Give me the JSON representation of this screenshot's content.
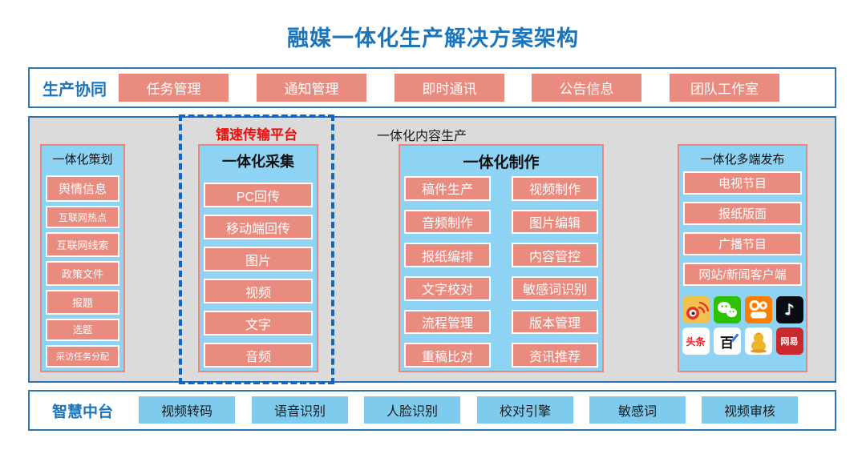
{
  "title": "融媒一体化生产解决方案架构",
  "colors": {
    "accent_blue": "#1B75BC",
    "border_blue": "#2E75B6",
    "salmon": "#E98B7E",
    "light_blue": "#8ED2F4",
    "cyan_button": "#7ECBED",
    "panel_gray": "#DBDBDB",
    "dashed_blue": "#1465C0",
    "red_label": "#E8100C"
  },
  "top_bar": {
    "label": "生产协同",
    "buttons": [
      "任务管理",
      "通知管理",
      "即时通讯",
      "公告信息",
      "团队工作室"
    ]
  },
  "main": {
    "panel_label": "一体化内容生产",
    "dashed_label": "镭速传输平台",
    "columns": [
      {
        "header": "一体化策划",
        "items": [
          "舆情信息",
          "互联网热点",
          "互联网线索",
          "政策文件",
          "报题",
          "选题",
          "采访任务分配"
        ]
      },
      {
        "header": "一体化采集",
        "items": [
          "PC回传",
          "移动端回传",
          "图片",
          "视频",
          "文字",
          "音频"
        ]
      },
      {
        "header": "一体化制作",
        "items_left": [
          "稿件生产",
          "音频制作",
          "报纸编排",
          "文字校对",
          "流程管理",
          "重稿比对"
        ],
        "items_right": [
          "视频制作",
          "图片编辑",
          "内容管控",
          "敏感词识别",
          "版本管理",
          "资讯推荐"
        ]
      },
      {
        "header": "一体化多端发布",
        "items": [
          "电视节目",
          "报纸版面",
          "广播节目",
          "网站/新闻客户端"
        ],
        "app_icons": [
          {
            "name": "weibo-icon"
          },
          {
            "name": "wechat-icon"
          },
          {
            "name": "kuaishou-icon"
          },
          {
            "name": "douyin-icon",
            "glyph": "♪"
          },
          {
            "name": "toutiao-icon",
            "text": "头条"
          },
          {
            "name": "baijiahao-icon",
            "text": "百"
          },
          {
            "name": "qq-icon"
          },
          {
            "name": "netease-icon",
            "text": "网易"
          }
        ]
      }
    ]
  },
  "bottom_bar": {
    "label": "智慧中台",
    "buttons": [
      "视频转码",
      "语音识别",
      "人脸识别",
      "校对引擎",
      "敏感词",
      "视频审核"
    ]
  }
}
